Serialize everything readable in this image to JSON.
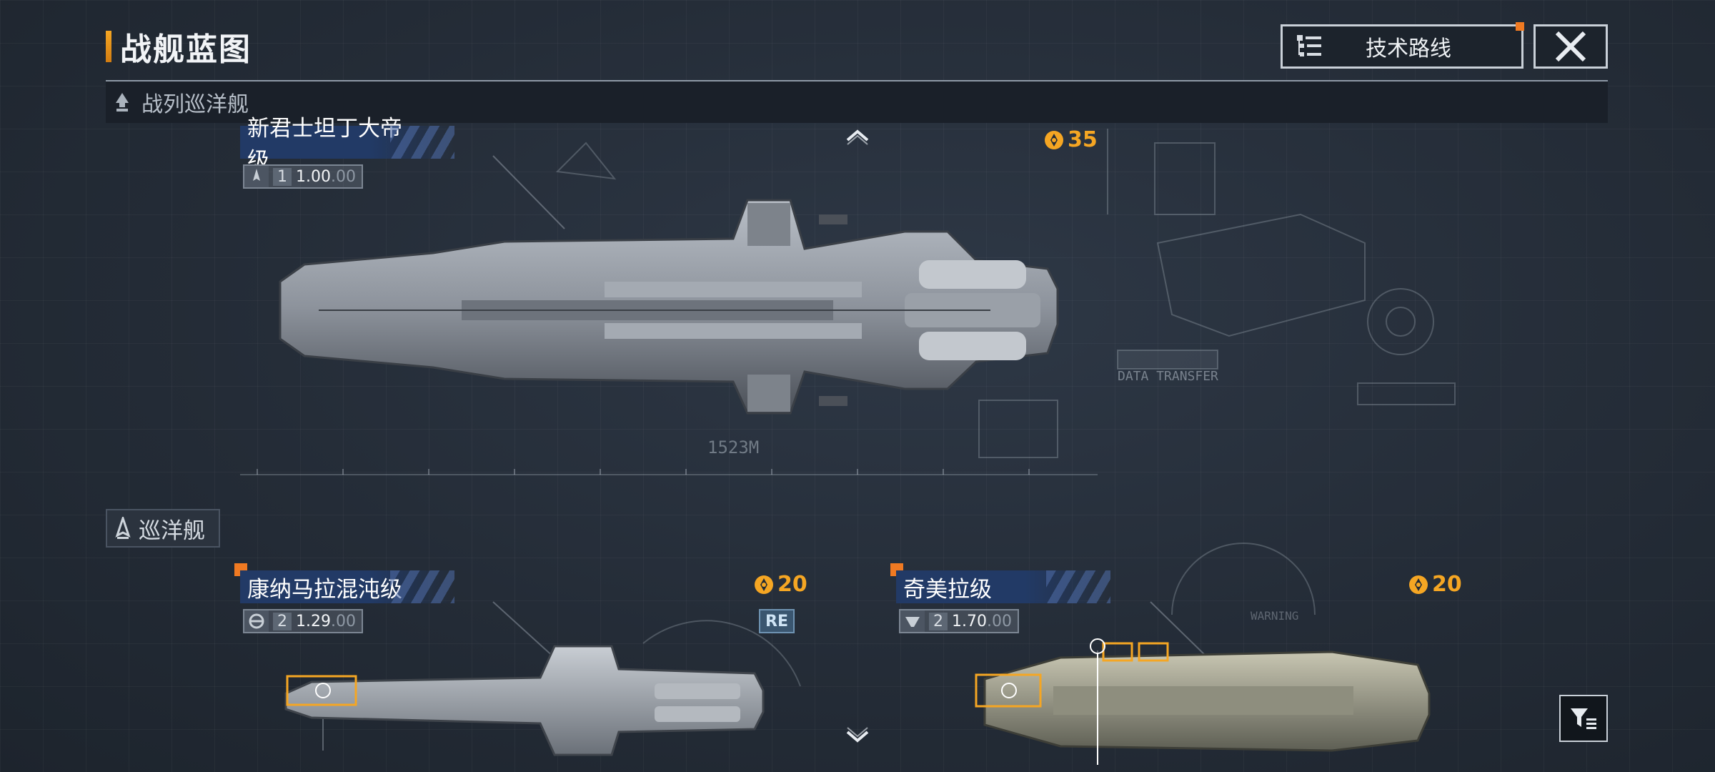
{
  "header": {
    "title": "战舰蓝图",
    "tech_route_label": "技术路线"
  },
  "sections": {
    "battlecruiser": "战列巡洋舰",
    "cruiser": "巡洋舰"
  },
  "ships": [
    {
      "name": "新君士坦丁大帝级",
      "level": "1",
      "value_main": "1.00",
      "value_dim": ".00",
      "cost": "35"
    },
    {
      "name": "康纳马拉混沌级",
      "level": "2",
      "value_main": "1.29",
      "value_dim": ".00",
      "cost": "20",
      "badge": "RE"
    },
    {
      "name": "奇美拉级",
      "level": "2",
      "value_main": "1.70",
      "value_dim": ".00",
      "cost": "20"
    }
  ],
  "decor": {
    "data_transfer": "DATA TRANSFER",
    "length": "1523M",
    "warning": "WARNING"
  },
  "colors": {
    "accent_orange": "#f5a623",
    "name_blue": "#223a66",
    "panel_dark": "#1a2029"
  }
}
